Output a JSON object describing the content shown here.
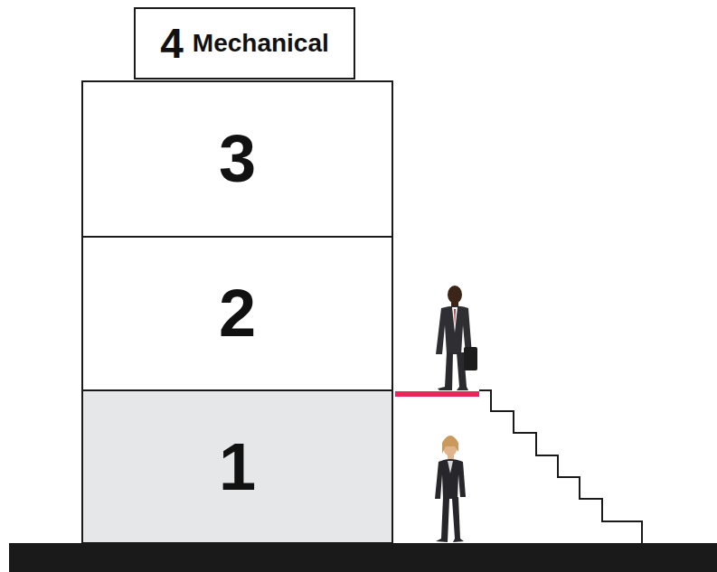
{
  "diagram": {
    "nodes": [
      {
        "text": [
          "4",
          "Mechanical"
        ]
      },
      {
        "text": [
          "3"
        ]
      },
      {
        "text": [
          "2"
        ]
      },
      {
        "text": [
          "1"
        ]
      }
    ]
  }
}
